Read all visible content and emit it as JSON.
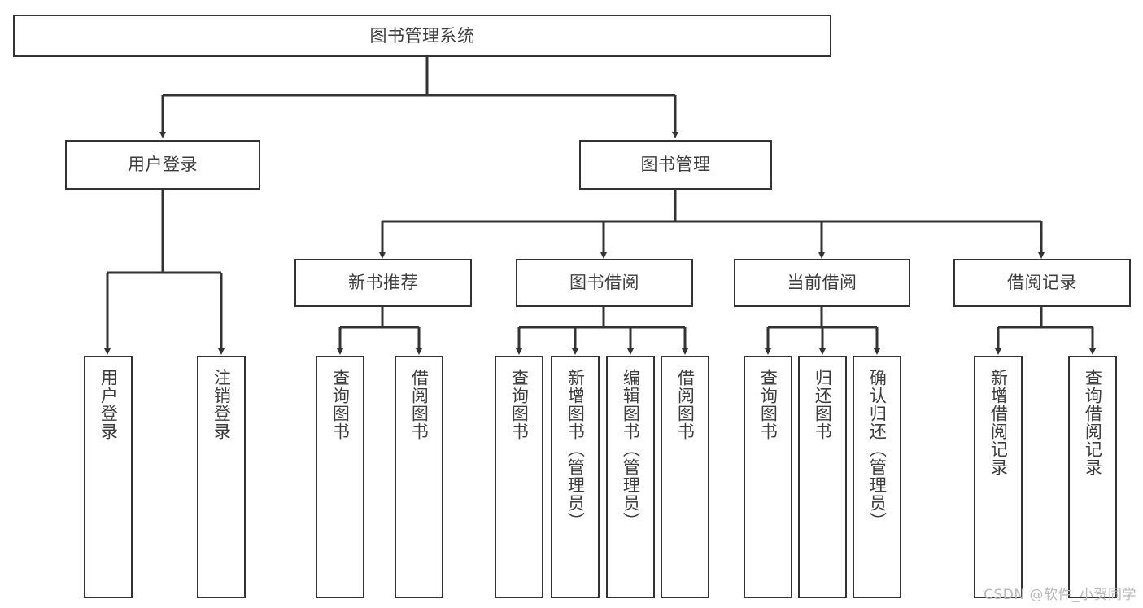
{
  "diagram": {
    "title": "图书管理系统",
    "type": "tree",
    "colors": {
      "box_border": "#333333",
      "box_fill": "#ffffff",
      "text": "#3d3d3d",
      "connector": "#333333",
      "watermark": "#b9b9b9",
      "background": "#ffffff"
    },
    "watermark": "CSDN @软件_小贺同学",
    "nodes": {
      "root": {
        "label": "图书管理系统"
      },
      "level2": [
        {
          "label": "用户登录"
        },
        {
          "label": "图书管理"
        }
      ],
      "level3": [
        {
          "label": "新书推荐"
        },
        {
          "label": "图书借阅"
        },
        {
          "label": "当前借阅"
        },
        {
          "label": "借阅记录"
        }
      ],
      "leaves_user_login": [
        {
          "label": "用户登录"
        },
        {
          "label": "注销登录"
        }
      ],
      "leaves_new_book": [
        {
          "label": "查询图书"
        },
        {
          "label": "借阅图书"
        }
      ],
      "leaves_borrow": [
        {
          "label": "查询图书"
        },
        {
          "label": "新增图书（管理员）"
        },
        {
          "label": "编辑图书（管理员）"
        },
        {
          "label": "借阅图书"
        }
      ],
      "leaves_current": [
        {
          "label": "查询图书"
        },
        {
          "label": "归还图书"
        },
        {
          "label": "确认归还（管理员）"
        }
      ],
      "leaves_record": [
        {
          "label": "新增借阅记录"
        },
        {
          "label": "查询借阅记录"
        }
      ]
    }
  }
}
